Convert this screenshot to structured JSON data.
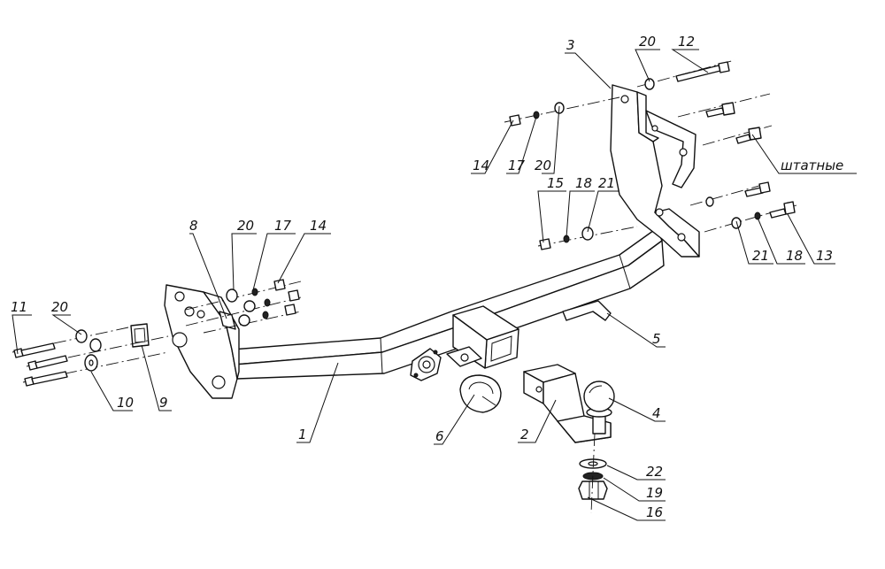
{
  "callouts": [
    {
      "id": "c1",
      "text": "1"
    },
    {
      "id": "c2",
      "text": "2"
    },
    {
      "id": "c3",
      "text": "3"
    },
    {
      "id": "c4",
      "text": "4"
    },
    {
      "id": "c5",
      "text": "5"
    },
    {
      "id": "c6",
      "text": "6"
    },
    {
      "id": "c8",
      "text": "8"
    },
    {
      "id": "c9",
      "text": "9"
    },
    {
      "id": "c10",
      "text": "10"
    },
    {
      "id": "c11",
      "text": "11"
    },
    {
      "id": "c12",
      "text": "12"
    },
    {
      "id": "c13",
      "text": "13"
    },
    {
      "id": "c14a",
      "text": "14"
    },
    {
      "id": "c14b",
      "text": "14"
    },
    {
      "id": "c15",
      "text": "15"
    },
    {
      "id": "c16",
      "text": "16"
    },
    {
      "id": "c17a",
      "text": "17"
    },
    {
      "id": "c17b",
      "text": "17"
    },
    {
      "id": "c18a",
      "text": "18"
    },
    {
      "id": "c18b",
      "text": "18"
    },
    {
      "id": "c19",
      "text": "19"
    },
    {
      "id": "c20a",
      "text": "20"
    },
    {
      "id": "c20b",
      "text": "20"
    },
    {
      "id": "c20c",
      "text": "20"
    },
    {
      "id": "c20d",
      "text": "20"
    },
    {
      "id": "c21a",
      "text": "21"
    },
    {
      "id": "c21b",
      "text": "21"
    },
    {
      "id": "c22",
      "text": "22"
    }
  ],
  "note_label": "штатные"
}
